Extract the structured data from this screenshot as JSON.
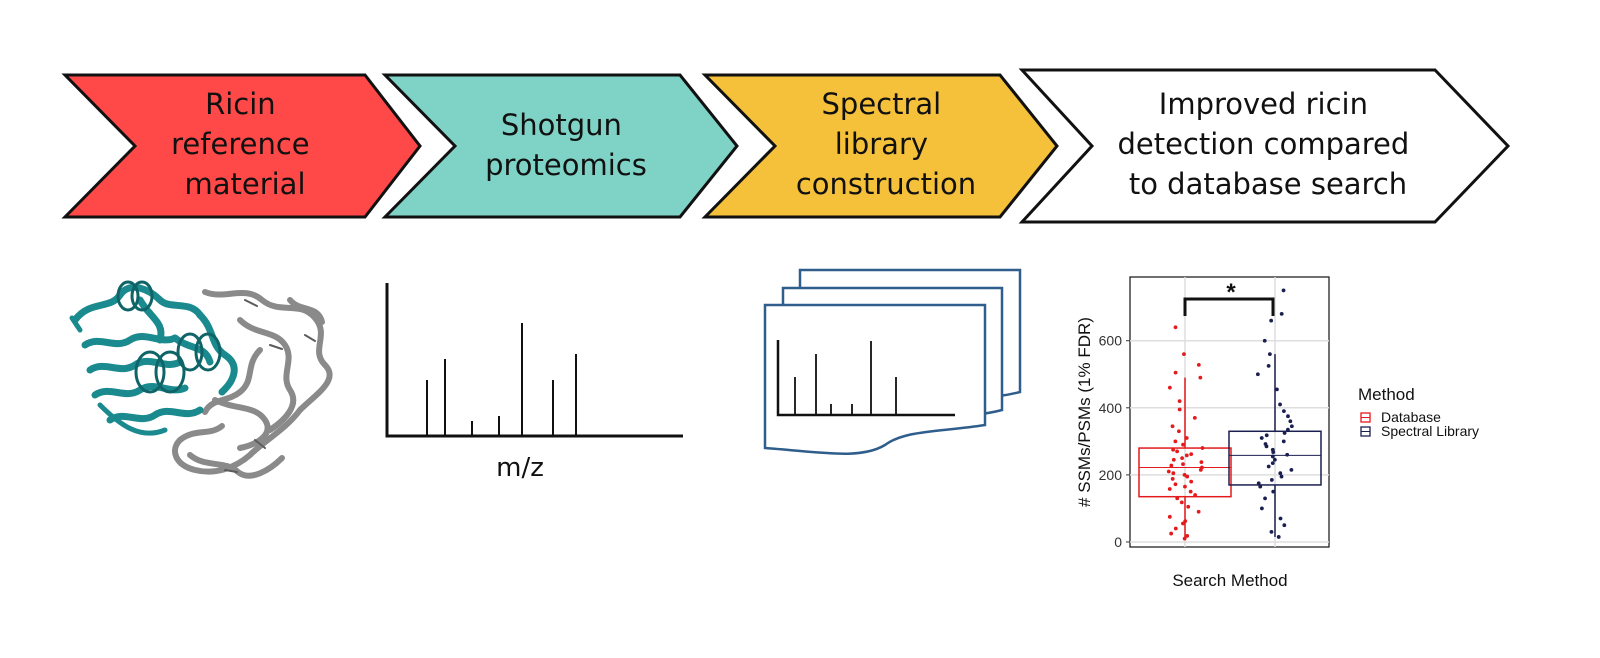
{
  "steps": [
    {
      "lines": [
        "Ricin",
        "reference",
        "material"
      ],
      "color": "#ff4848"
    },
    {
      "lines": [
        "Shotgun",
        "proteomics"
      ],
      "color": "#7fd3c6"
    },
    {
      "lines": [
        "Spectral",
        "library",
        "construction"
      ],
      "color": "#f5c13b"
    },
    {
      "lines": [
        "Improved ricin",
        "detection compared",
        "to database search"
      ],
      "color": "#ffffff"
    }
  ],
  "spectrum": {
    "xlabel": "m/z"
  },
  "colors": {
    "protein_chain_a": "#1a8a8f",
    "protein_chain_b": "#8a8a8a",
    "library_stroke": "#2f5d8c"
  },
  "chart_data": {
    "type": "boxplot",
    "xlabel": "Search Method",
    "ylabel": "# SSMs/PSMs (1% FDR)",
    "ylim": [
      -15,
      790
    ],
    "yticks": [
      0,
      200,
      400,
      600
    ],
    "grid": true,
    "legend": {
      "title": "Method",
      "position": "right",
      "entries": [
        "Database",
        "Spectral Library"
      ]
    },
    "significance": "*",
    "series": [
      {
        "name": "Database",
        "color": "#e41a1c",
        "box": {
          "min": 10,
          "q1": 135,
          "median": 222,
          "q3": 280,
          "max": 490
        },
        "points": [
          10,
          18,
          25,
          40,
          55,
          62,
          75,
          90,
          105,
          118,
          130,
          140,
          150,
          158,
          165,
          172,
          180,
          188,
          195,
          200,
          205,
          210,
          215,
          222,
          228,
          232,
          238,
          245,
          250,
          258,
          262,
          270,
          275,
          280,
          290,
          300,
          310,
          330,
          345,
          370,
          395,
          420,
          460,
          490,
          505,
          528,
          560,
          640
        ]
      },
      {
        "name": "Spectral Library",
        "color": "#1b1f4f",
        "box": {
          "min": 15,
          "q1": 170,
          "median": 258,
          "q3": 330,
          "max": 560
        },
        "points": [
          15,
          30,
          50,
          70,
          100,
          130,
          150,
          165,
          175,
          185,
          195,
          205,
          215,
          225,
          235,
          245,
          255,
          260,
          268,
          275,
          285,
          292,
          300,
          310,
          318,
          325,
          335,
          345,
          360,
          375,
          390,
          410,
          455,
          500,
          525,
          560,
          600,
          660,
          680,
          750
        ]
      }
    ]
  }
}
